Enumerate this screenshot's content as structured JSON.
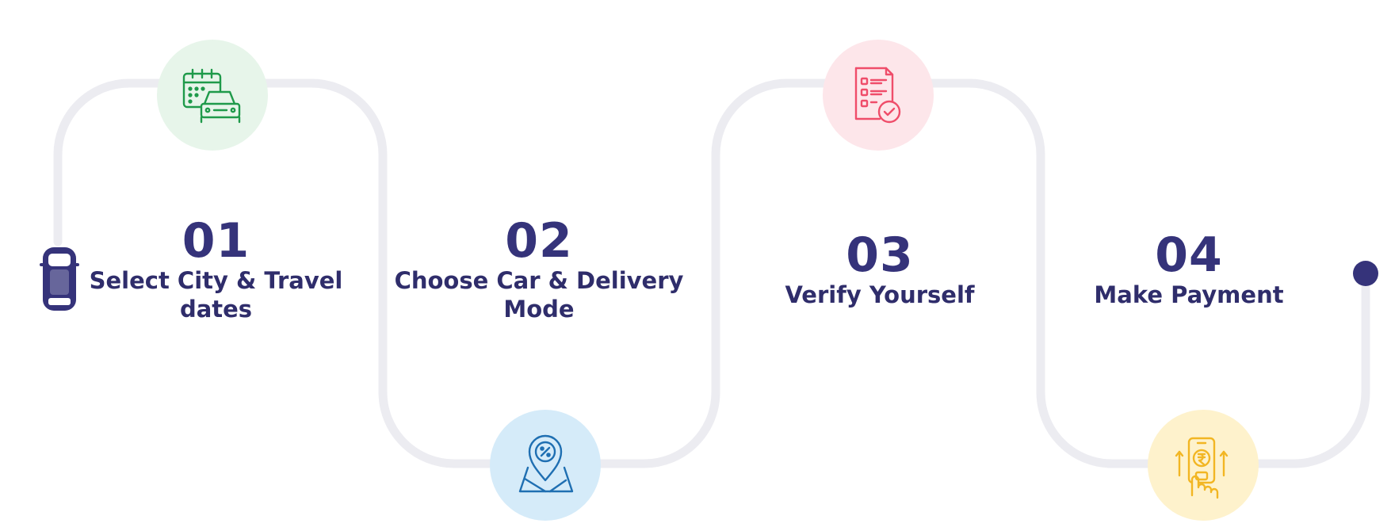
{
  "steps": [
    {
      "number": "01",
      "label": "Select City & Travel dates",
      "icon": "calendar-car-icon",
      "color": "#1f9a4a",
      "bg": "#e7f5ea"
    },
    {
      "number": "02",
      "label": "Choose Car & Delivery Mode",
      "icon": "location-discount-map-icon",
      "color": "#1f6fb2",
      "bg": "#d5ebf9"
    },
    {
      "number": "03",
      "label": "Verify Yourself",
      "icon": "document-checklist-icon",
      "color": "#ef4d6a",
      "bg": "#fde6ea"
    },
    {
      "number": "04",
      "label": "Make Payment",
      "icon": "mobile-rupee-payment-icon",
      "color": "#f2b623",
      "bg": "#fef2cc"
    }
  ],
  "colors": {
    "path": "#ececf1",
    "accent": "#35337a",
    "text": "#2f2d6b"
  },
  "start_icon": "car-top-view-icon",
  "end_marker": "end-dot"
}
